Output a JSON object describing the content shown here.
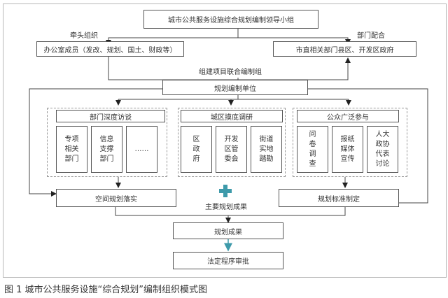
{
  "diagram": {
    "top": "城市公共服务设施综合规划编制领导小组",
    "left_label": "牵头组织",
    "right_label": "部门配合",
    "left_box": "办公室成员（发改、规划、国土、财政等）",
    "right_box": "市直相关部门县区、开发区政府",
    "joint_label": "组建项目联合编制组",
    "unit": "规划编制单位",
    "groups": [
      {
        "title": "部门深度访谈",
        "items": [
          [
            "专项",
            "相关",
            "部门"
          ],
          [
            "信息",
            "支撑",
            "部门"
          ],
          [
            "……"
          ]
        ]
      },
      {
        "title": "城区摸底调研",
        "items": [
          [
            "区",
            "政",
            "府"
          ],
          [
            "开发",
            "区管",
            "委会"
          ],
          [
            "街道",
            "实地",
            "踏勘"
          ]
        ]
      },
      {
        "title": "公众广泛参与",
        "items": [
          [
            "问",
            "卷",
            "调",
            "查"
          ],
          [
            "报纸",
            "媒体",
            "宣传"
          ],
          [
            "人大",
            "政协",
            "代表",
            "讨论"
          ]
        ]
      }
    ],
    "left_result": "空间规划落实",
    "right_result": "规划标准制定",
    "main_label": "主要规划成果",
    "result": "规划成果",
    "approval": "法定程序审批",
    "accent_color": "#3e9aaa"
  },
  "caption": "图 1  城市公共服务设施“综合规划”编制组织模式图"
}
